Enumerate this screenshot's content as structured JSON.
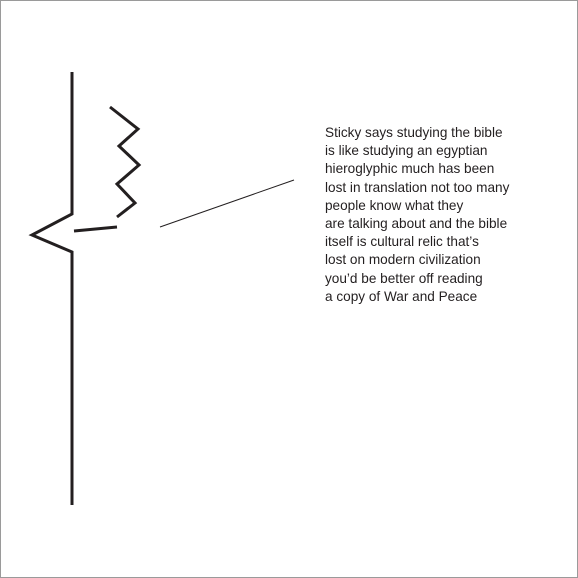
{
  "caption": {
    "lines": [
      "Sticky says studying the bible",
      "is like studying an egyptian",
      "hieroglyphic much has been",
      "lost in translation not too many",
      "people know what they",
      "are talking about and the bible",
      "itself is cultural relic that’s",
      "lost on modern civilization",
      "you’d be better off reading",
      "a copy of War and Peace"
    ]
  },
  "colors": {
    "ink": "#231f20",
    "frame": "#9a9a9a",
    "background": "#ffffff"
  }
}
